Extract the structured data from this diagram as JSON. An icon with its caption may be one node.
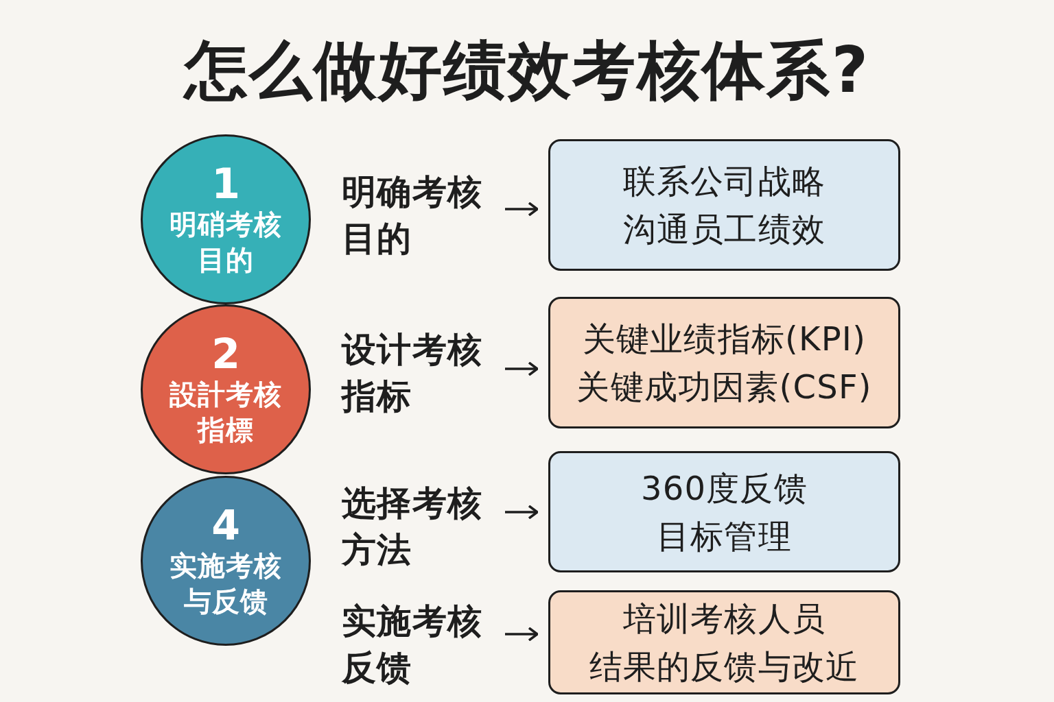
{
  "diagram": {
    "title": "怎么做好绩效考核体系?",
    "nodes": [
      {
        "text": [
          "1",
          "明硝考核目的"
        ]
      },
      {
        "text": [
          "2",
          "設計考核指標"
        ]
      },
      {
        "text": [
          "4",
          "实施考核与反馈"
        ]
      },
      {
        "text": [
          "明确考核目的"
        ]
      },
      {
        "text": [
          "联系公司战略",
          "沟通员工绩效"
        ]
      },
      {
        "text": [
          "设计考核指标"
        ]
      },
      {
        "text": [
          "关键业绩指标(KPI)",
          "关键成功因素(CSF)"
        ]
      },
      {
        "text": [
          "选择考核方法"
        ]
      },
      {
        "text": [
          "360度反馈",
          "目标管理"
        ]
      },
      {
        "text": [
          "实施考核反馈"
        ]
      },
      {
        "text": [
          "培训考核人员",
          "结果的反馈与改近"
        ]
      }
    ],
    "edges": [
      {
        "from": 3,
        "to": 4,
        "arrow": "to"
      },
      {
        "from": 5,
        "to": 6,
        "arrow": "to"
      },
      {
        "from": 7,
        "to": 8,
        "arrow": "to"
      },
      {
        "from": 9,
        "to": 10,
        "arrow": "to"
      }
    ]
  }
}
